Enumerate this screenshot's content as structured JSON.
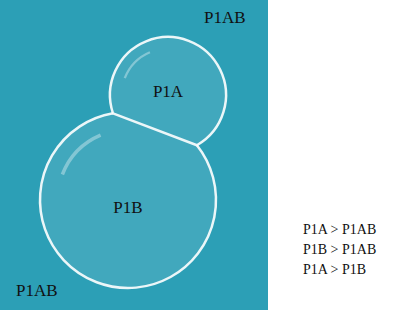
{
  "diagram": {
    "nodes": [
      {
        "text": [
          "P1AB",
          "P1AB"
        ]
      },
      {
        "text": [
          "P1A"
        ],
        "in": 0
      },
      {
        "text": [
          "P1B"
        ],
        "in": 0
      }
    ],
    "labels": [
      "P1A > P1AB",
      "P1B > P1AB",
      "P1A > P1B"
    ]
  }
}
